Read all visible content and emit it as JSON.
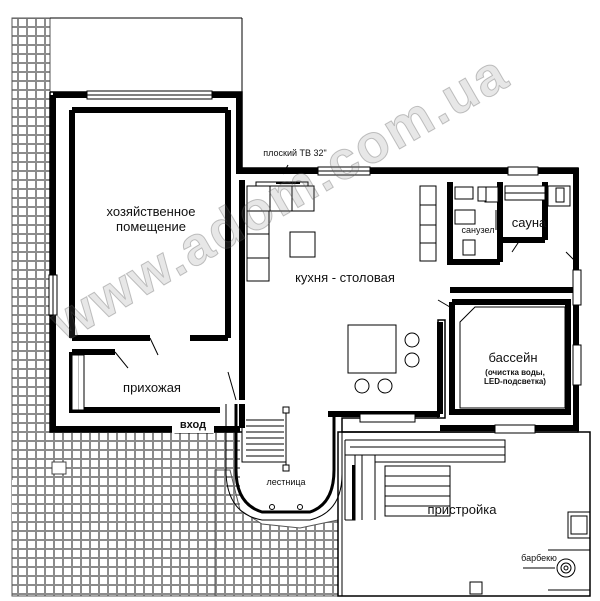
{
  "rooms": {
    "utility": [
      "хозяйственное",
      "помещение"
    ],
    "kitchen": "кухня - столовая",
    "hall": "прихожая",
    "pool": "бассейн",
    "pool_note": [
      "(очистка воды,",
      "LED-подсветка)"
    ],
    "bathroom": "санузел",
    "sauna": "сауна",
    "annex": "пристройка",
    "stairs": "лестница"
  },
  "labels": {
    "tv": "плоский ТВ 32\"",
    "entrance": "вход",
    "bbq": "барбекю"
  },
  "watermark": "www.adom.com.ua",
  "colors": {
    "line": "#000000",
    "tile": "#9a9a9a",
    "background": "#ffffff"
  }
}
